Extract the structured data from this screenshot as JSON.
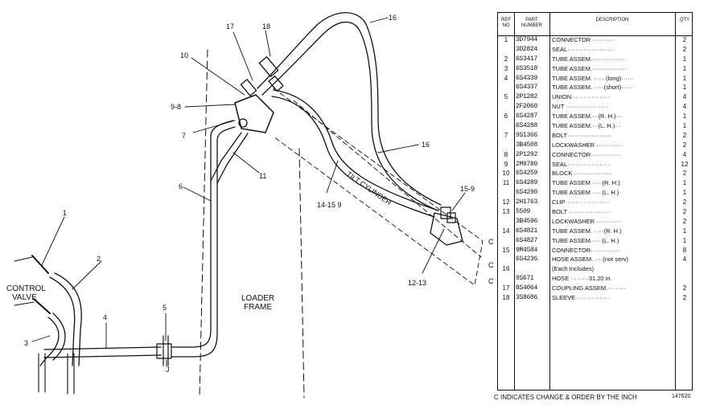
{
  "diagram": {
    "callouts": {
      "c1": "1",
      "c2": "2",
      "c3": "3",
      "c4": "4",
      "c5": "5",
      "c6": "6",
      "c7": "7",
      "c98": "9-8",
      "c10": "10",
      "c11": "11",
      "c1213": "12-13",
      "c14159": "14-15 9",
      "c159": "15-9",
      "c16a": "16",
      "c16b": "16",
      "c17": "17",
      "c18": "18",
      "cJ": "J"
    },
    "labels": {
      "control": "CONTROL",
      "valve": "VALVE",
      "loader": "LOADER",
      "frame": "FRAME",
      "tilt_cylinder": "TILT CYLINDER"
    }
  },
  "parts_table": {
    "headers": {
      "ref_no": [
        "REF",
        "NO"
      ],
      "part_number": [
        "PART",
        "NUMBER"
      ],
      "description": "DESCRIPTION",
      "qty": "QTY"
    },
    "rows": [
      {
        "ref": "1",
        "part": "3D7944",
        "desc": "CONNECTOR ···········",
        "qty": "2"
      },
      {
        "ref": "",
        "part": "3D2824",
        "desc": "SEAL·······················",
        "qty": "2"
      },
      {
        "ref": "2",
        "part": "6S3417",
        "desc": "TUBE ASSEM.·················",
        "qty": "1"
      },
      {
        "ref": "3",
        "part": "6S3518",
        "desc": "TUBE ASSEM.·················",
        "qty": "1"
      },
      {
        "ref": "4",
        "part": "6S4339",
        "desc": "TUBE ASSEM. ······(long)······",
        "qty": "1"
      },
      {
        "ref": "",
        "part": "6S4337",
        "desc": "TUBE ASSEM. ·····(short)······",
        "qty": "1"
      },
      {
        "ref": "5",
        "part": "2P1282",
        "desc": "UNION···················",
        "qty": "4"
      },
      {
        "ref": "",
        "part": "2F2060",
        "desc": "NUT ·····················",
        "qty": "4"
      },
      {
        "ref": "6",
        "part": "6S4287",
        "desc": "TUBE ASSEM.···(R. H.)···",
        "qty": "1"
      },
      {
        "ref": "",
        "part": "6S4288",
        "desc": "TUBE ASSEM.···(L. H.)···",
        "qty": "1"
      },
      {
        "ref": "7",
        "part": "9S1366",
        "desc": "BOLT······················",
        "qty": "2"
      },
      {
        "ref": "",
        "part": "3B4508",
        "desc": "LOCKWASHER ·············",
        "qty": "2"
      },
      {
        "ref": "8",
        "part": "2P1292",
        "desc": "CONNECTOR···············",
        "qty": "4"
      },
      {
        "ref": "9",
        "part": "2M9780",
        "desc": "SEAL·····················",
        "qty": "12"
      },
      {
        "ref": "10",
        "part": "6S4259",
        "desc": "BLOCK ···················",
        "qty": "2"
      },
      {
        "ref": "11",
        "part": "6S4289",
        "desc": "TUBE ASSEM ·····(R. H.)",
        "qty": "1"
      },
      {
        "ref": "",
        "part": "6S4290",
        "desc": "TUBE ASSEM ·····(L. H.)",
        "qty": "1"
      },
      {
        "ref": "12",
        "part": "2H1763",
        "desc": "CLIP······················",
        "qty": "2"
      },
      {
        "ref": "13",
        "part": "5509",
        "desc": "BOLT ·····················",
        "qty": "2"
      },
      {
        "ref": "",
        "part": "3B4596",
        "desc": "LOCKWASHER ·············",
        "qty": "2"
      },
      {
        "ref": "14",
        "part": "6S4821",
        "desc": "TUBE ASSEM. ·····(R. H.)",
        "qty": "1"
      },
      {
        "ref": "",
        "part": "6S4827",
        "desc": "TUBE ASSEM.·····(L. H.)",
        "qty": "1"
      },
      {
        "ref": "15",
        "part": "9M4584",
        "desc": "CONNECTOR···············",
        "qty": "8"
      },
      {
        "ref": "",
        "part": "6S4236",
        "desc": "HOSE ASSEM. ····(not serv)",
        "qty": "4"
      },
      {
        "ref": "16",
        "part": "",
        "desc": "(Each Includes)",
        "qty": ""
      },
      {
        "ref": "",
        "part": "9S671",
        "desc": "HOSE ·········31.20 in.",
        "qty": ""
      },
      {
        "ref": "17",
        "part": "8S4064",
        "desc": "COUPLING ASSEM.·········",
        "qty": "2"
      },
      {
        "ref": "18",
        "part": "3S8606",
        "desc": "SLEEVE·················",
        "qty": "2"
      }
    ],
    "change_marks": [
      "C",
      "C",
      "C"
    ],
    "footer": "C INDICATES CHANGE  & ORDER BY THE INCH",
    "figure_number": "147620"
  }
}
